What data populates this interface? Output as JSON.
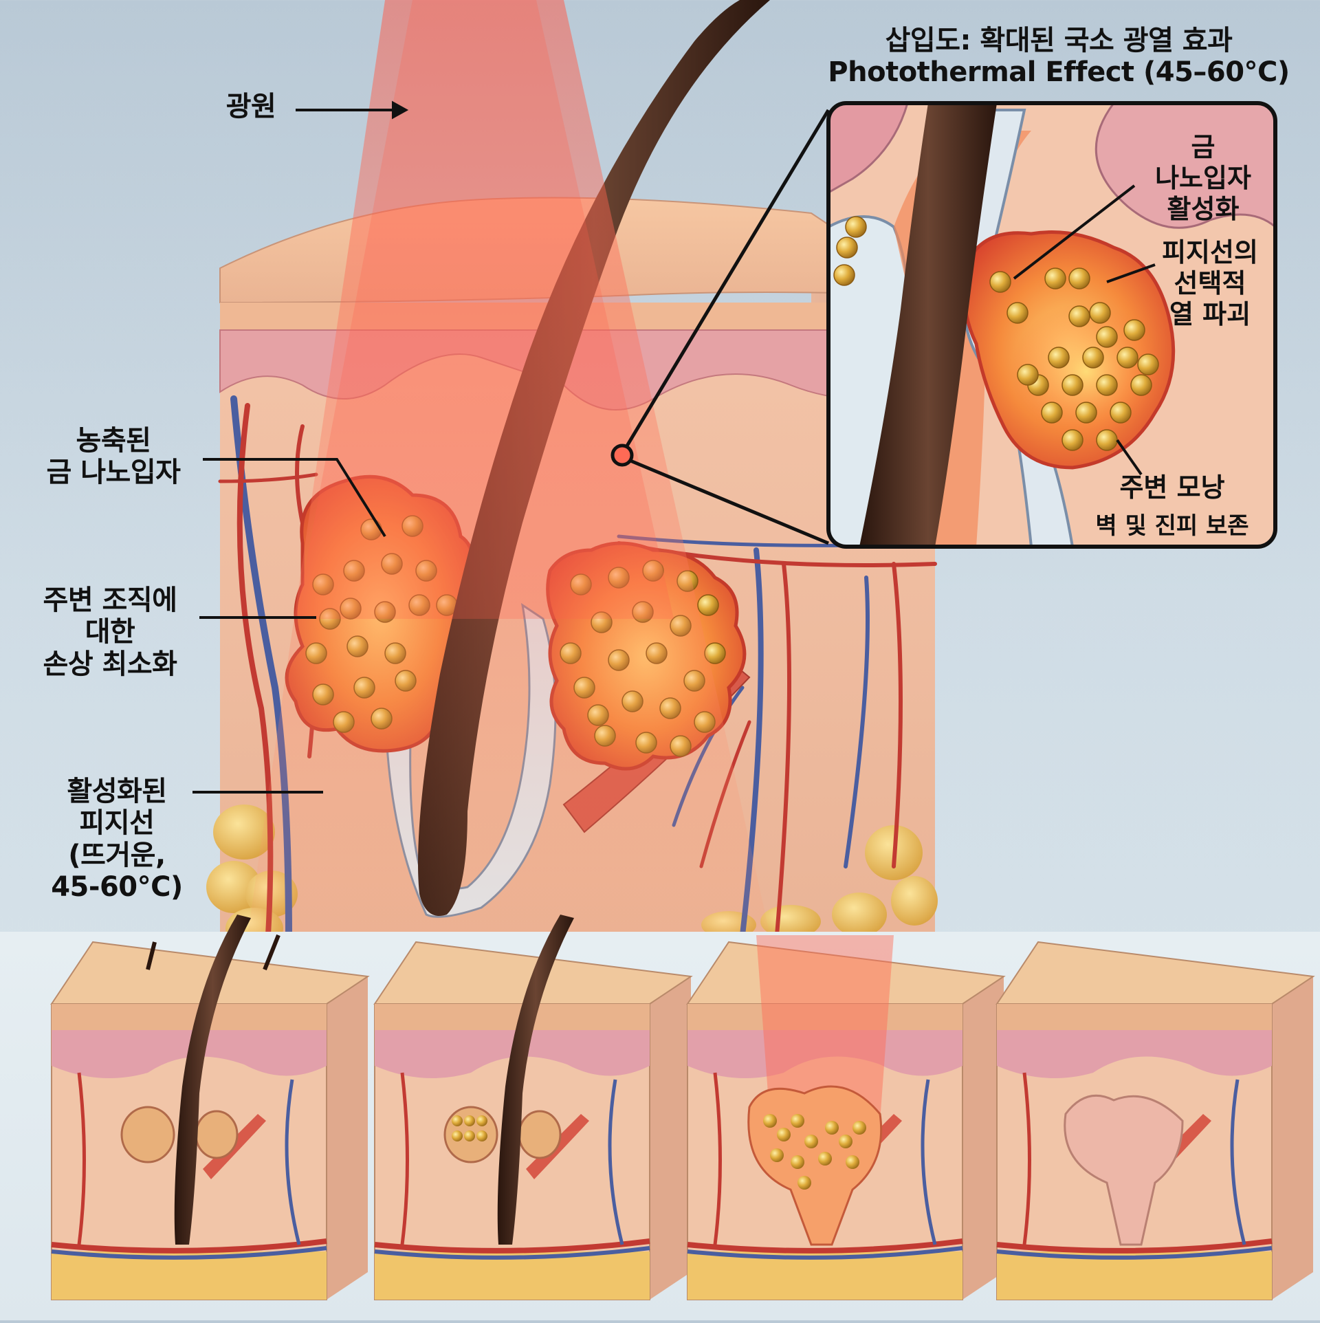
{
  "labels": {
    "light_source": "광원",
    "concentrated_gold_1": "농축된",
    "concentrated_gold_2": "금 나노입자",
    "minimal_damage_1": "주변 조직에",
    "minimal_damage_2": "대한",
    "minimal_damage_3": "손상 최소화",
    "activated_gland_1": "활성화된",
    "activated_gland_2": "피지선",
    "activated_gland_3": "(뜨거운,",
    "activated_gland_4": "45-60°C)"
  },
  "inset": {
    "title_1": "삽입도: 확대된 국소 광열 효과",
    "title_2": "Photothermal Effect (45–60°C)",
    "gold_activation_1": "금",
    "gold_activation_2": "나노입자",
    "gold_activation_3": "활성화",
    "selective_destruction_1": "피지선의",
    "selective_destruction_2": "선택적",
    "selective_destruction_3": "열 파괴",
    "preserved_1": "주변 모낭",
    "preserved_2": "벽 및 진피 보존"
  },
  "colors": {
    "beam": "#ff6a55",
    "skin": "#f2c9a8",
    "epidermis": "#e7a3a8",
    "gland": "#f07a3a",
    "gold": "#d9a33a",
    "hair": "#3a2418",
    "vessel_red": "#c23a32",
    "vessel_blue": "#4a5ea0",
    "fat": "#f0c56a"
  },
  "stages": [
    "stage-1-hair-follicle",
    "stage-2-particles-applied",
    "stage-3-irradiation",
    "stage-4-gland-reduced"
  ]
}
